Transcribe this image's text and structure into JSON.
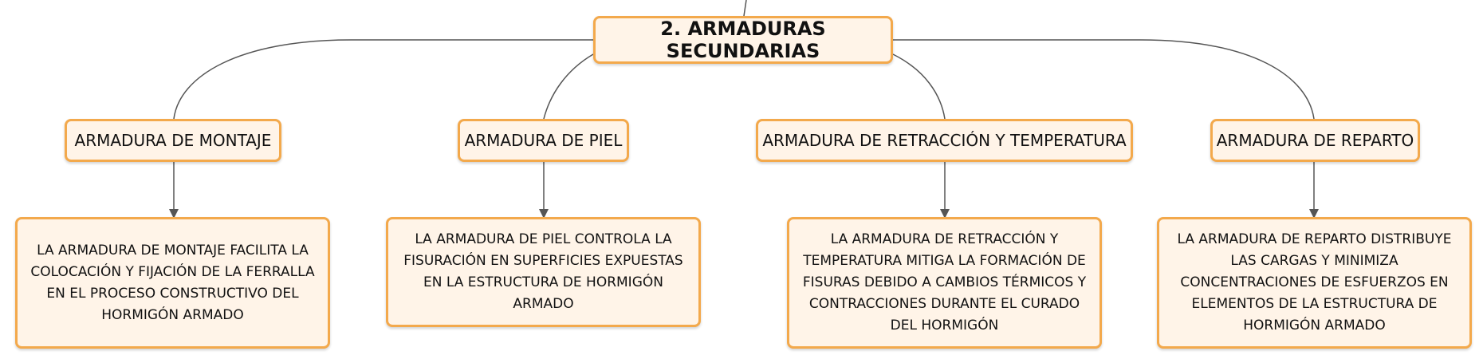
{
  "diagram": {
    "root": {
      "label": "2. ARMADURAS SECUNDARIAS"
    },
    "categories": [
      {
        "label": "ARMADURA DE MONTAJE"
      },
      {
        "label": "ARMADURA DE PIEL"
      },
      {
        "label": "ARMADURA DE RETRACCIÓN Y TEMPERATURA"
      },
      {
        "label": "ARMADURA DE REPARTO"
      }
    ],
    "descriptions": [
      {
        "text": "LA ARMADURA DE MONTAJE FACILITA LA COLOCACIÓN Y FIJACIÓN DE LA FERRALLA EN EL PROCESO CONSTRUCTIVO DEL HORMIGÓN ARMADO"
      },
      {
        "text": "LA ARMADURA DE PIEL CONTROLA LA FISURACIÓN EN SUPERFICIES EXPUESTAS EN LA ESTRUCTURA DE HORMIGÓN ARMADO"
      },
      {
        "text": "LA ARMADURA DE RETRACCIÓN Y TEMPERATURA MITIGA LA FORMACIÓN DE FISURAS DEBIDO A CAMBIOS TÉRMICOS Y CONTRACCIONES DURANTE EL CURADO DEL HORMIGÓN"
      },
      {
        "text": "LA ARMADURA DE REPARTO DISTRIBUYE LAS CARGAS Y MINIMIZA CONCENTRACIONES DE ESFUERZOS EN ELEMENTOS DE LA ESTRUCTURA DE HORMIGÓN ARMADO"
      }
    ],
    "colors": {
      "node_border": "#f3a94c",
      "node_fill": "#fff4e8",
      "connector": "#555555",
      "text": "#111111"
    }
  }
}
